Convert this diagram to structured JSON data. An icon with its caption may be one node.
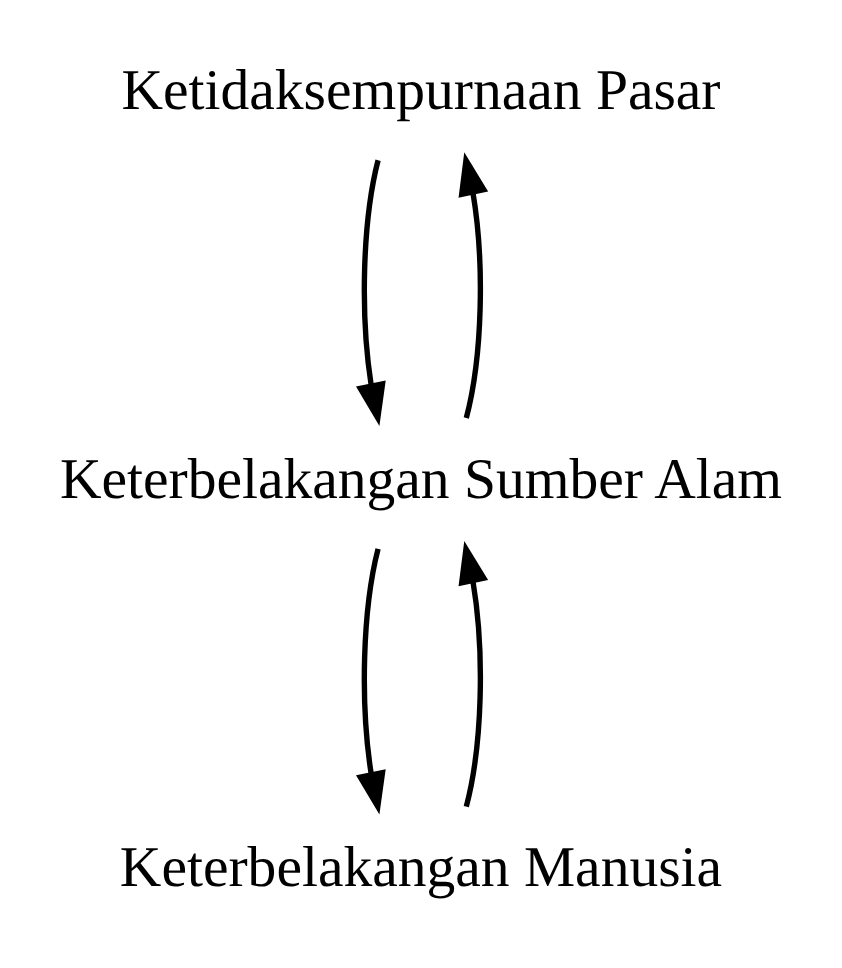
{
  "diagram": {
    "nodes": [
      {
        "text": [
          "Ketidaksempurnaan Pasar"
        ]
      },
      {
        "text": [
          "Keterbelakangan Sumber Alam"
        ]
      },
      {
        "text": [
          "Keterbelakangan Manusia"
        ]
      }
    ],
    "edges": [
      {
        "from": 1,
        "to": 0,
        "arrow": "to"
      },
      {
        "from": 0,
        "to": 1,
        "arrow": "to"
      },
      {
        "from": 2,
        "to": 1,
        "arrow": "to"
      },
      {
        "from": 1,
        "to": 2,
        "arrow": "to"
      }
    ]
  }
}
